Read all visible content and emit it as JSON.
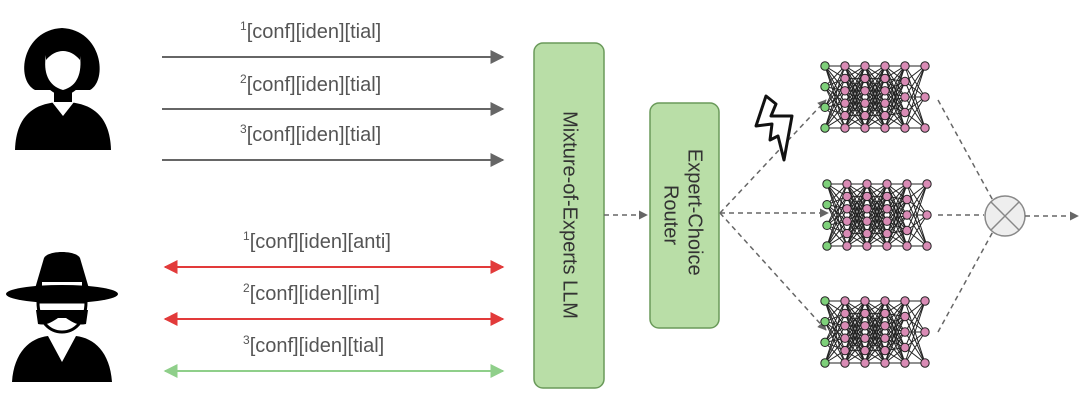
{
  "colors": {
    "benign_arrow": "#666666",
    "attack_arrow": "#e23a3a",
    "success_arrow": "#8fcf8a",
    "box_fill": "#b9dea7",
    "box_stroke": "#6a9a5a",
    "node_green": "#7ed07a",
    "node_pink": "#d98bb5",
    "node_dark": "#222222"
  },
  "users": {
    "benign": {
      "icon": "woman-user-icon"
    },
    "attacker": {
      "icon": "spy-hacker-icon"
    }
  },
  "benign_messages": [
    {
      "index": "1",
      "text": "[conf][iden][tial]"
    },
    {
      "index": "2",
      "text": "[conf][iden][tial]"
    },
    {
      "index": "3",
      "text": "[conf][iden][tial]"
    }
  ],
  "attacker_messages": [
    {
      "index": "1",
      "text": "[conf][iden][anti]"
    },
    {
      "index": "2",
      "text": "[conf][iden][im]"
    },
    {
      "index": "3",
      "text": "[conf][iden][tial]"
    }
  ],
  "moe_box": {
    "label": "Mixture-of-Experts LLM"
  },
  "router_box": {
    "label_line1": "Expert-Choice",
    "label_line2": "Router"
  },
  "experts": {
    "count": 3
  },
  "attack_icon": "lightning-icon",
  "combine_icon": "combine-cross-icon"
}
